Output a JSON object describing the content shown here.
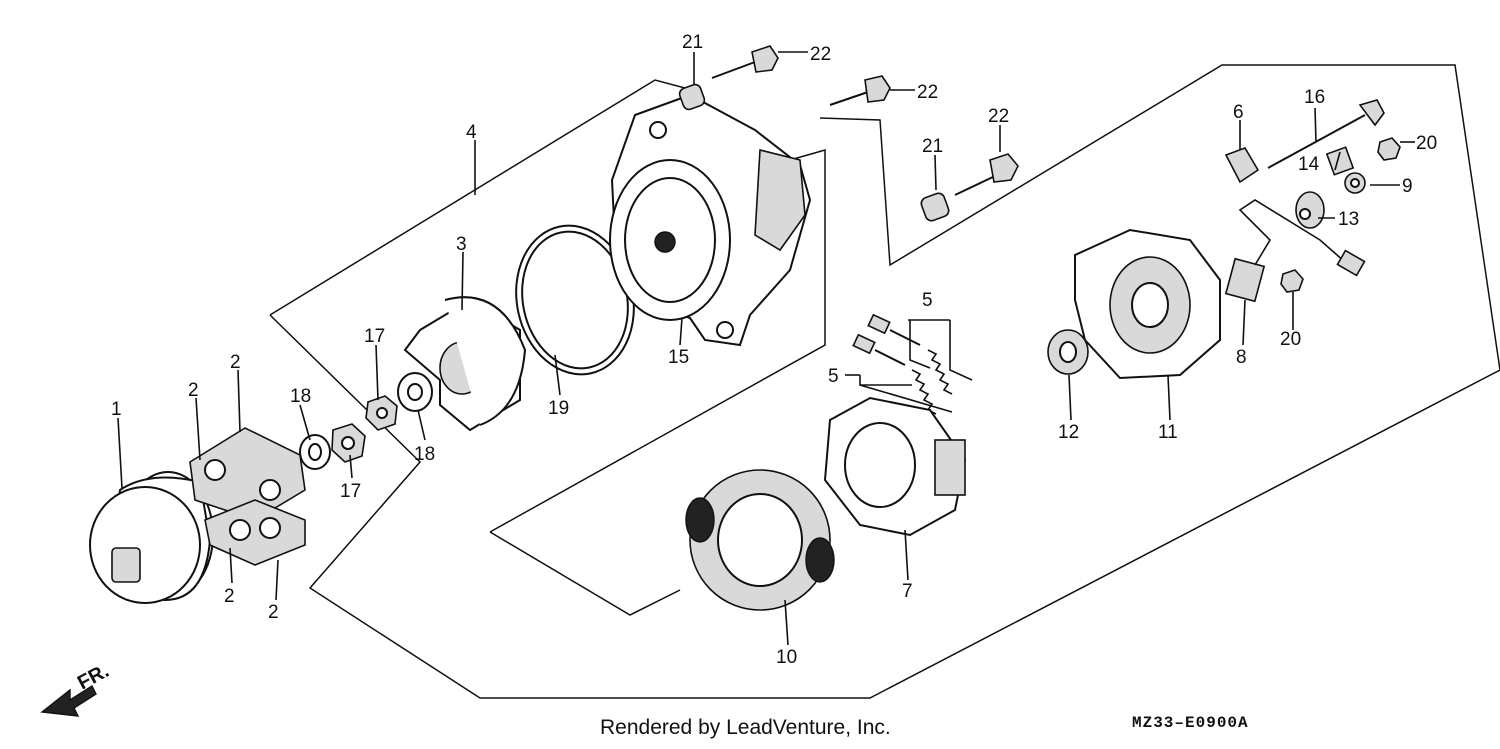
{
  "direction_label": "FR.",
  "footer": {
    "credit": "Rendered by LeadVenture, Inc.",
    "code": "MZ33–E0900A"
  },
  "callouts": [
    {
      "id": "c1",
      "text": "1"
    },
    {
      "id": "c2a",
      "text": "2"
    },
    {
      "id": "c2b",
      "text": "2"
    },
    {
      "id": "c2c",
      "text": "2"
    },
    {
      "id": "c2d",
      "text": "2"
    },
    {
      "id": "c3",
      "text": "3"
    },
    {
      "id": "c4",
      "text": "4"
    },
    {
      "id": "c5a",
      "text": "5"
    },
    {
      "id": "c5b",
      "text": "5"
    },
    {
      "id": "c6",
      "text": "6"
    },
    {
      "id": "c7",
      "text": "7"
    },
    {
      "id": "c8",
      "text": "8"
    },
    {
      "id": "c9",
      "text": "9"
    },
    {
      "id": "c10",
      "text": "10"
    },
    {
      "id": "c11",
      "text": "11"
    },
    {
      "id": "c12",
      "text": "12"
    },
    {
      "id": "c13",
      "text": "13"
    },
    {
      "id": "c14",
      "text": "14"
    },
    {
      "id": "c15",
      "text": "15"
    },
    {
      "id": "c16",
      "text": "16"
    },
    {
      "id": "c17a",
      "text": "17"
    },
    {
      "id": "c17b",
      "text": "17"
    },
    {
      "id": "c18a",
      "text": "18"
    },
    {
      "id": "c18b",
      "text": "18"
    },
    {
      "id": "c19",
      "text": "19"
    },
    {
      "id": "c20a",
      "text": "20"
    },
    {
      "id": "c20b",
      "text": "20"
    },
    {
      "id": "c21a",
      "text": "21"
    },
    {
      "id": "c21b",
      "text": "21"
    },
    {
      "id": "c22a",
      "text": "22"
    },
    {
      "id": "c22b",
      "text": "22"
    },
    {
      "id": "c22c",
      "text": "22"
    }
  ]
}
